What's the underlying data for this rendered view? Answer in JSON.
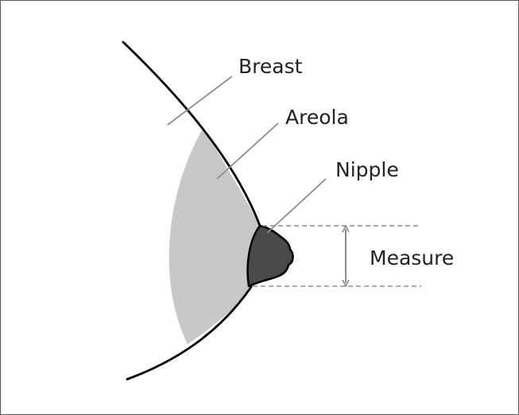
{
  "labels": {
    "breast": "Breast",
    "areola": "Areola",
    "nipple": "Nipple",
    "measure": "Measure"
  },
  "colors": {
    "outline": "#000000",
    "areola_fill": "#c8c8c8",
    "nipple_fill": "#4a4a4a",
    "leader_line": "#8c8c8c",
    "dashed_guide": "#8c8c8c",
    "measure_arrow": "#8c8c8c",
    "text": "#222222",
    "border": "#5a5a5a"
  }
}
